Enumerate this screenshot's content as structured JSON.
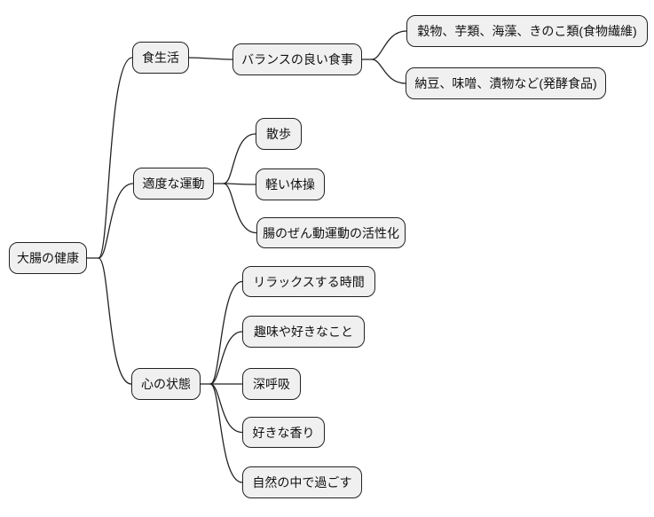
{
  "mindmap": {
    "root": {
      "label": "大腸の健康",
      "children": [
        {
          "label": "食生活",
          "children": [
            {
              "label": "バランスの良い食事",
              "children": [
                {
                  "label": "穀物、芋類、海藻、きのこ類(食物繊維)"
                },
                {
                  "label": "納豆、味噌、漬物など(発酵食品)"
                }
              ]
            }
          ]
        },
        {
          "label": "適度な運動",
          "children": [
            {
              "label": "散歩"
            },
            {
              "label": "軽い体操"
            },
            {
              "label": "腸のぜん動運動の活性化"
            }
          ]
        },
        {
          "label": "心の状態",
          "children": [
            {
              "label": "リラックスする時間"
            },
            {
              "label": "趣味や好きなこと"
            },
            {
              "label": "深呼吸"
            },
            {
              "label": "好きな香り"
            },
            {
              "label": "自然の中で過ごす"
            }
          ]
        }
      ]
    },
    "style": {
      "node_fill": "#f0f0f0",
      "node_border": "#222222",
      "line_color": "#222222",
      "background": "#ffffff"
    }
  }
}
